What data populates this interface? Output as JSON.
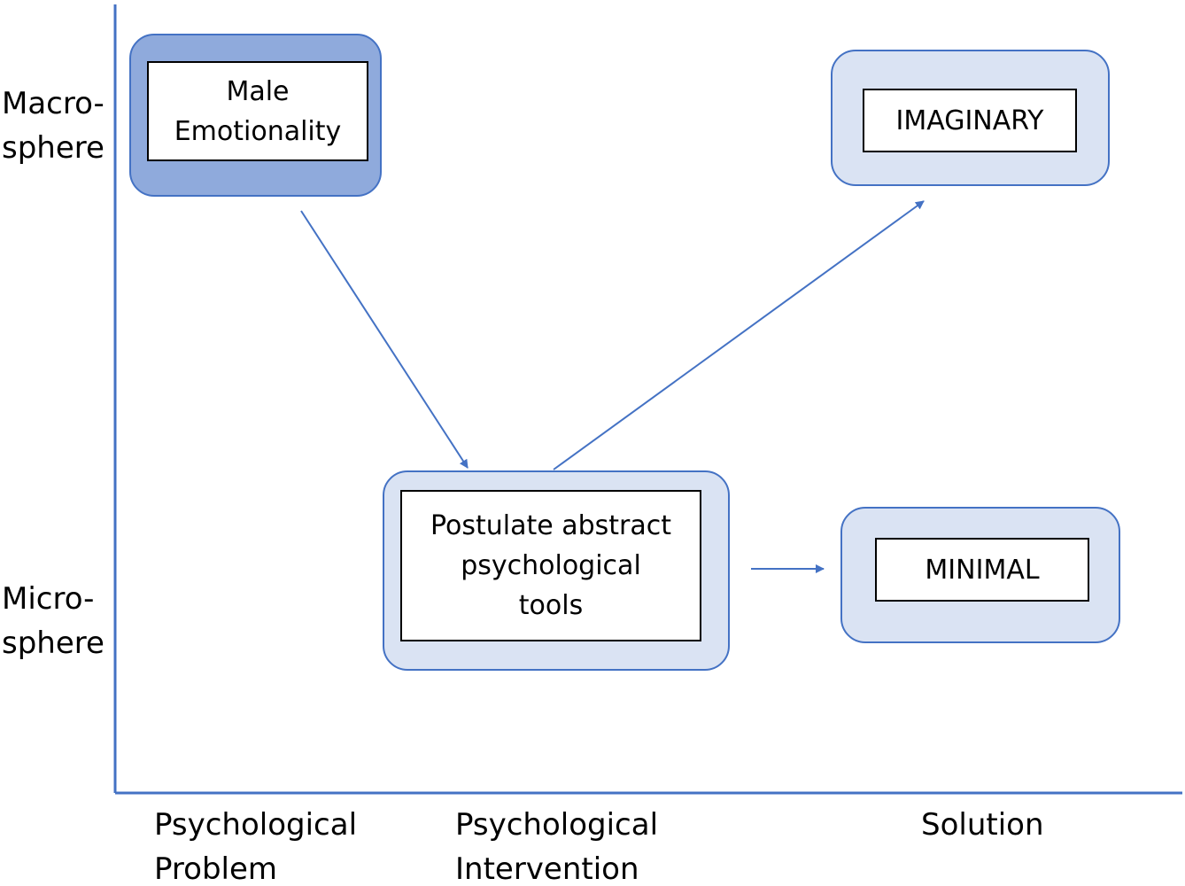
{
  "y_axis": {
    "top_label": "Macro-\nsphere",
    "bottom_label": "Micro-\nsphere"
  },
  "x_axis": {
    "labels": [
      "Psychological\nProblem",
      "Psychological\nIntervention",
      "Solution"
    ]
  },
  "nodes": {
    "problem": "Male\nEmotionality",
    "intervention": "Postulate abstract\npsychological\ntools",
    "imaginary": "IMAGINARY",
    "minimal": "MINIMAL"
  },
  "colors": {
    "line": "#4472c4",
    "dark_fill": "#8faadc",
    "light_fill": "#dae3f3"
  }
}
